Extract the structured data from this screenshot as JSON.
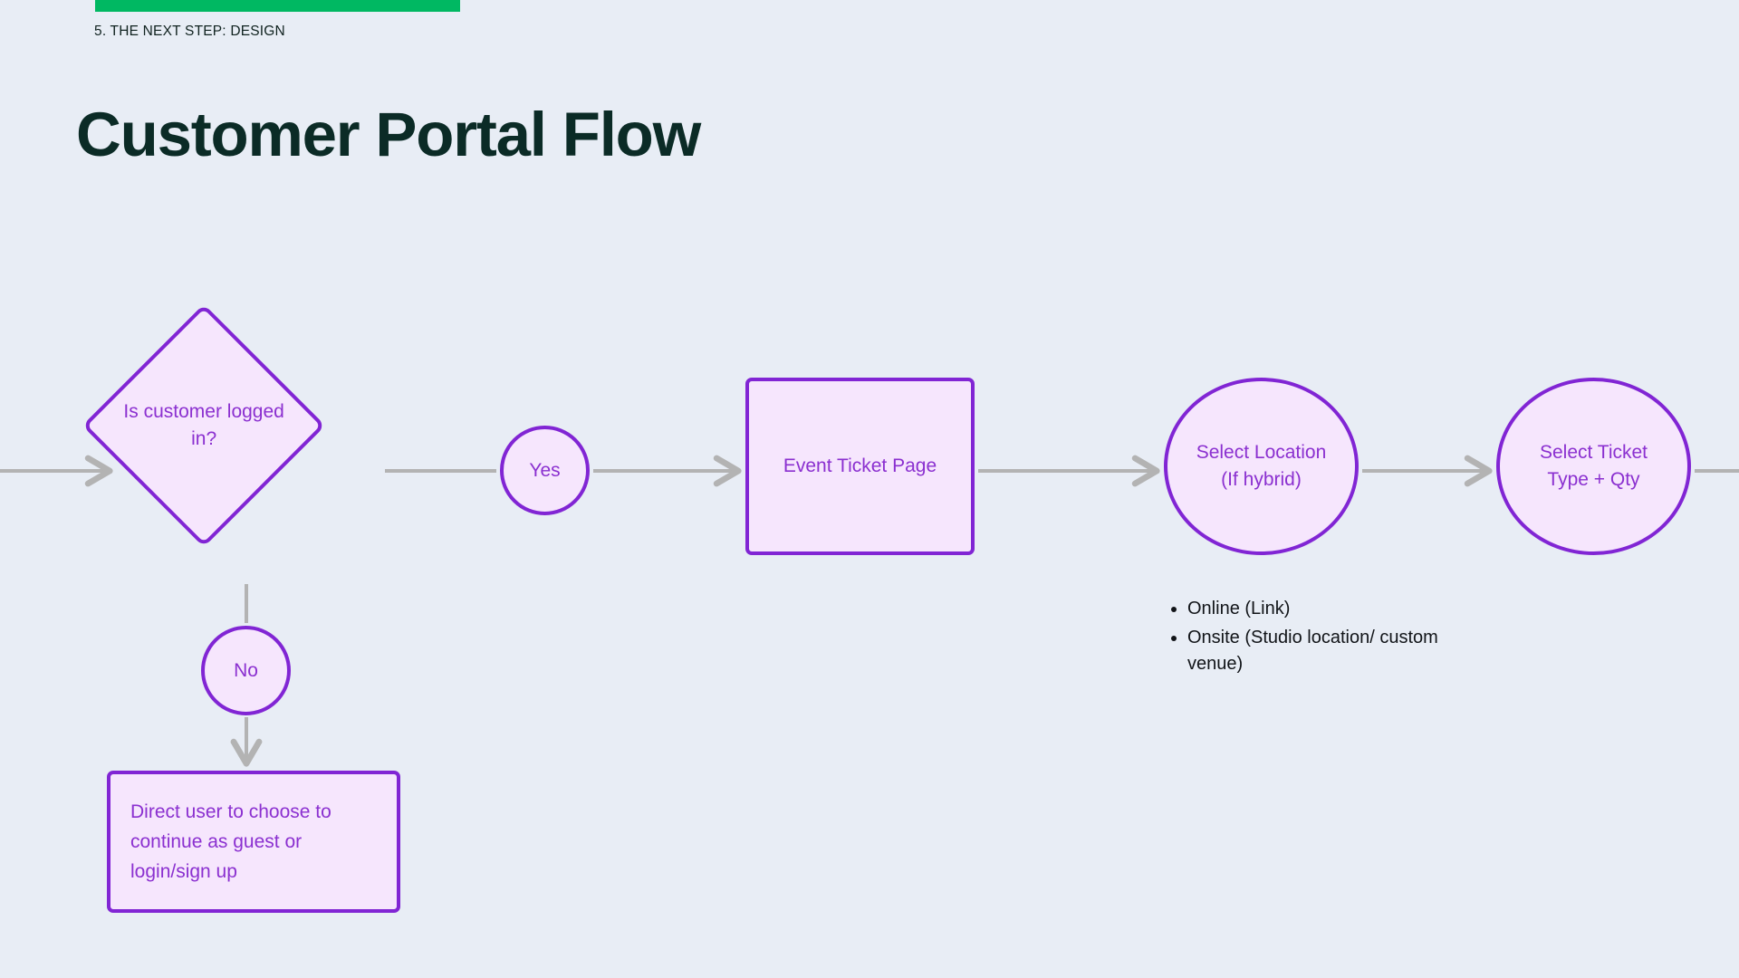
{
  "header": {
    "eyebrow": "5. THE NEXT STEP: DESIGN",
    "title": "Customer Portal Flow",
    "accent_bar_color": "#00b862",
    "title_color": "#0b2b26"
  },
  "theme": {
    "background": "#e8edf5",
    "node_fill": "#f6e6fd",
    "node_stroke": "#8125d4",
    "node_text": "#8b30d0",
    "connector": "#b3b3b3",
    "list_text": "#111418"
  },
  "diagram": {
    "type": "flowchart",
    "nodes": [
      {
        "id": "decision",
        "shape": "diamond",
        "label": "Is customer logged in?"
      },
      {
        "id": "yes",
        "shape": "circle",
        "label": "Yes"
      },
      {
        "id": "no",
        "shape": "circle",
        "label": "No"
      },
      {
        "id": "guest-box",
        "shape": "rect",
        "label": "Direct user to choose to continue as guest or login/sign up"
      },
      {
        "id": "event-page",
        "shape": "rect",
        "label": "Event Ticket Page"
      },
      {
        "id": "select-location",
        "shape": "ellipse",
        "label": "Select Location (If hybrid)"
      },
      {
        "id": "select-ticket",
        "shape": "ellipse",
        "label": "Select Ticket Type + Qty"
      }
    ],
    "edges": [
      {
        "from": "offscreen-left",
        "to": "decision",
        "label": ""
      },
      {
        "from": "decision",
        "to": "yes",
        "label": ""
      },
      {
        "from": "yes",
        "to": "event-page",
        "label": ""
      },
      {
        "from": "event-page",
        "to": "select-location",
        "label": ""
      },
      {
        "from": "select-location",
        "to": "select-ticket",
        "label": ""
      },
      {
        "from": "select-ticket",
        "to": "offscreen-right",
        "label": ""
      },
      {
        "from": "decision",
        "to": "no",
        "label": ""
      },
      {
        "from": "no",
        "to": "guest-box",
        "label": ""
      }
    ],
    "annotations": {
      "location_options_title": "",
      "location_options": [
        "Online (Link)",
        "Onsite (Studio location/ custom venue)"
      ]
    }
  }
}
